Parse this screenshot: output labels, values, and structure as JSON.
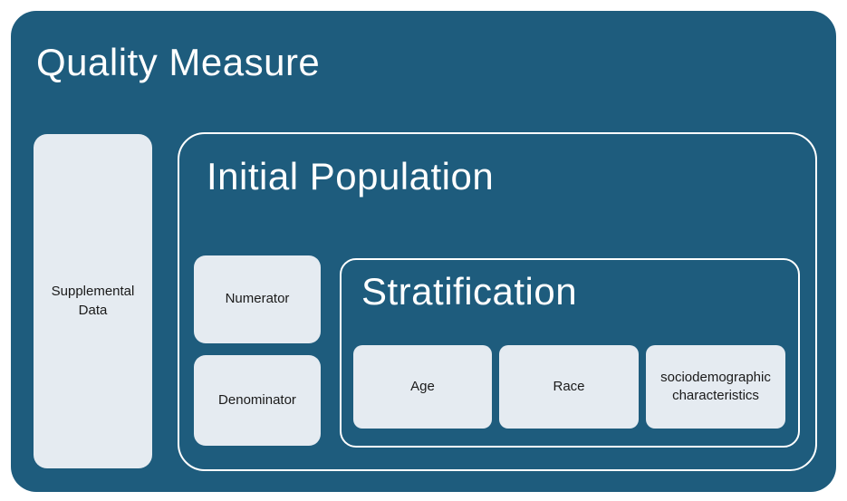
{
  "diagram": {
    "title": "Quality Measure",
    "supplemental_data": {
      "label": "Supplemental Data"
    },
    "initial_population": {
      "title": "Initial Population",
      "numerator_label": "Numerator",
      "denominator_label": "Denominator",
      "stratification": {
        "title": "Stratification",
        "items": [
          "Age",
          "Race",
          "sociodemographic characteristics"
        ]
      }
    },
    "colors": {
      "page_background": "#ffffff",
      "container_fill": "#1E5C7D",
      "container_outline": "#ffffff",
      "box_fill": "#E5EBF1",
      "title_text": "#ffffff",
      "box_text": "#1a1a1a"
    }
  }
}
